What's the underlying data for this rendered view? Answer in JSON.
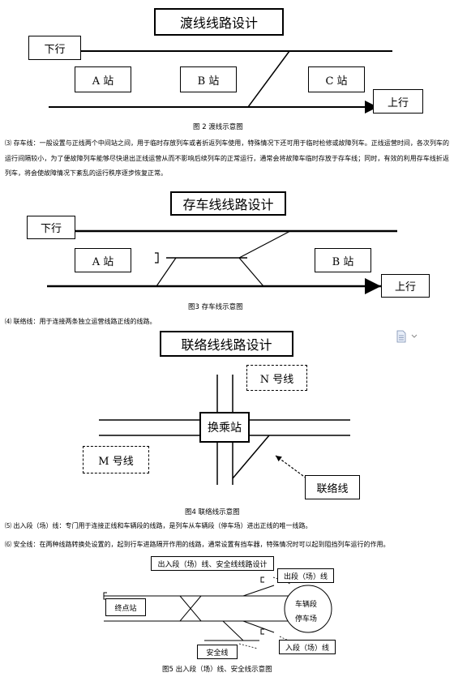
{
  "fig2": {
    "title": "渡线线路设计",
    "down": "下行",
    "up": "上行",
    "station_a": "A 站",
    "station_b": "B 站",
    "station_c": "C 站",
    "caption": "图 2  渡线示意图"
  },
  "para3": "⑶ 存车线：一般设置与正线两个中间站之间，用于临时存放列车或者折返列车使用，特殊情况下还可用于临时检修或故障列车。正线运营时间，各次列车的运行间隔较小，为了便故障列车能够尽快退出正线运营从而不影响后续列车的正常运行，通常会将故障车临时存放于存车线；同时，有效的利用存车线折返列车，将会使故障情况下紊乱的运行秩序逐步恢复正常。",
  "fig3": {
    "title": "存车线线路设计",
    "down": "下行",
    "up": "上行",
    "station_a": "A 站",
    "station_b": "B 站",
    "caption": "图3    存车线示意图"
  },
  "para4": "⑷ 联络线：用于连接两条独立运营线路正线的线路。",
  "fig4": {
    "title": "联络线线路设计",
    "n_line": "N 号线",
    "m_line": "M 号线",
    "transfer": "换乘站",
    "link": "联络线",
    "caption": "图4    联络线示意图"
  },
  "para5": "⑸ 出入段（场）线：专门用于连接正线和车辆段的线路，是列车从车辆段（停车场）进出正线的唯一线路。",
  "para6": "⑹ 安全线：在两种线路转换处设置的，起到行车进路隔开作用的线路，通常设置有挡车器，特殊情况时可以起到阻挡列车运行的作用。",
  "fig5": {
    "title": "出入段（场）线、安全线线路设计",
    "out": "出段（场）线",
    "in": "入段（场）线",
    "terminal": "终点站",
    "depot_1": "车辆段",
    "depot_2": "停车场",
    "safety": "安全线",
    "caption": "图5  出入段（场）线、安全线示意图"
  },
  "icons": [
    "document-icon"
  ]
}
